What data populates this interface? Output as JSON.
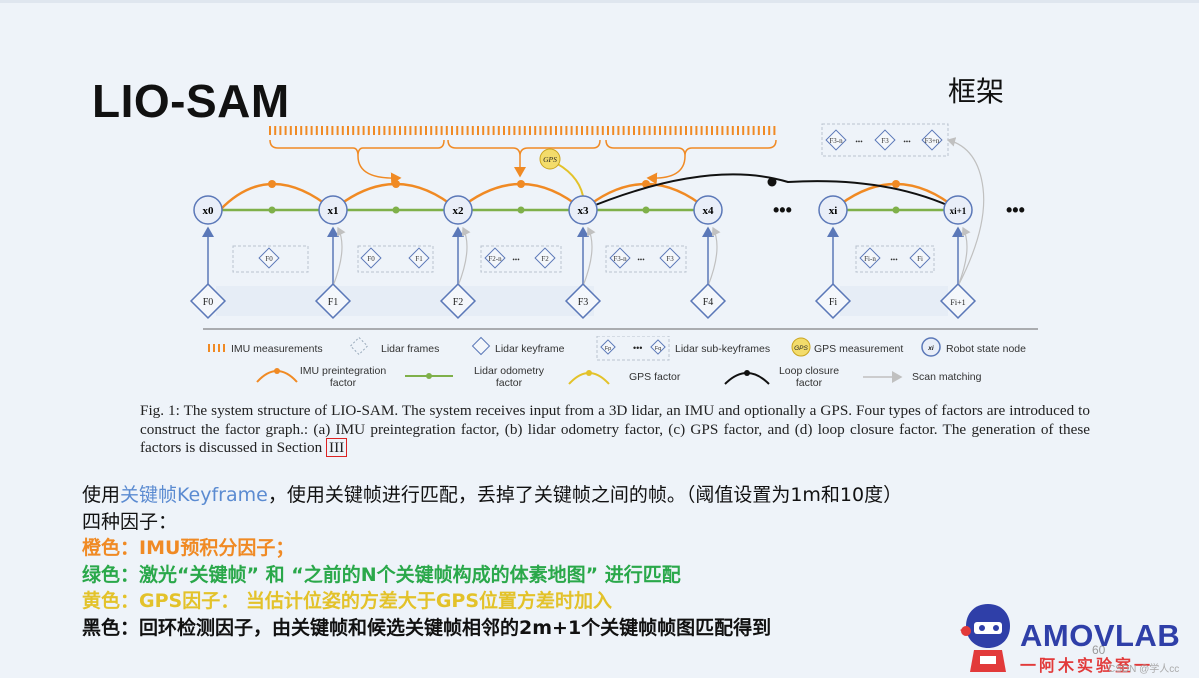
{
  "slide": {
    "title": "LIO-SAM",
    "title_right": "框架",
    "page_number": "60",
    "watermark": "CSDN @学人cc"
  },
  "diagram": {
    "states": [
      "x0",
      "x1",
      "x2",
      "x3",
      "x4",
      "xi",
      "xi+1"
    ],
    "keyframes": [
      "F0",
      "F1",
      "F2",
      "F3",
      "F4",
      "Fi",
      "Fi+1"
    ],
    "subkeyframes": [
      [
        "F0"
      ],
      [
        "F0",
        "F1"
      ],
      [
        "F2-n",
        "F2"
      ],
      [
        "F3-n",
        "F3"
      ],
      [
        "Fi-n",
        "Fi"
      ]
    ],
    "loop_subkeyframes": [
      "F3-n",
      "F3",
      "F3+n"
    ],
    "gps_label": "GPS",
    "ellipsis": "•••",
    "colors": {
      "imu": "#f08a24",
      "odometry": "#7fb04a",
      "gps": "#e3c22a",
      "loop": "#111111",
      "node": "#5b78b8",
      "scan": "#c8c8c8"
    }
  },
  "legend": {
    "imu_measurements": "IMU measurements",
    "lidar_frames": "Lidar frames",
    "lidar_keyframe": "Lidar keyframe",
    "lidar_sub_keyframes": "Lidar sub-keyframes",
    "gps_measurement": "GPS measurement",
    "robot_state_node": "Robot state node",
    "imu_factor": "IMU preintegration factor",
    "lidar_odom_factor": "Lidar odometry factor",
    "gps_factor": "GPS factor",
    "loop_factor": "Loop closure factor",
    "scan_matching": "Scan matching",
    "sub_kf_a": "Fp",
    "sub_kf_b": "Fq",
    "node_label": "xi",
    "gps_icon": "GPS"
  },
  "caption": {
    "text": "Fig. 1: The system structure of LIO-SAM. The system receives input from a 3D lidar, an IMU and optionally a GPS. Four types of factors are introduced to construct the factor graph.: (a) IMU preintegration factor, (b) lidar odometry factor, (c) GPS factor, and (d) loop closure factor. The generation of these factors is discussed in Section",
    "ref": "III"
  },
  "notes": {
    "line1_prefix": "使用",
    "line1_keyword": "关键帧Keyframe",
    "line1_rest": "，使用关键帧进行匹配，丢掉了关键帧之间的帧。（阈值设置为1m和10度）",
    "line2": "四种因子：",
    "line3": "橙色：IMU预积分因子；",
    "line4": "绿色：激光“关键帧” 和 “之前的N个关键帧构成的体素地图” 进行匹配",
    "line5": "黄色：GPS因子： 当估计位姿的方差大于GPS位置方差时加入",
    "line6": "黑色：回环检测因子，由关键帧和候选关键帧相邻的2m+1个关键帧帧图匹配得到"
  },
  "logo": {
    "name": "AMOVLAB",
    "subtitle": "一阿木实验室一"
  }
}
